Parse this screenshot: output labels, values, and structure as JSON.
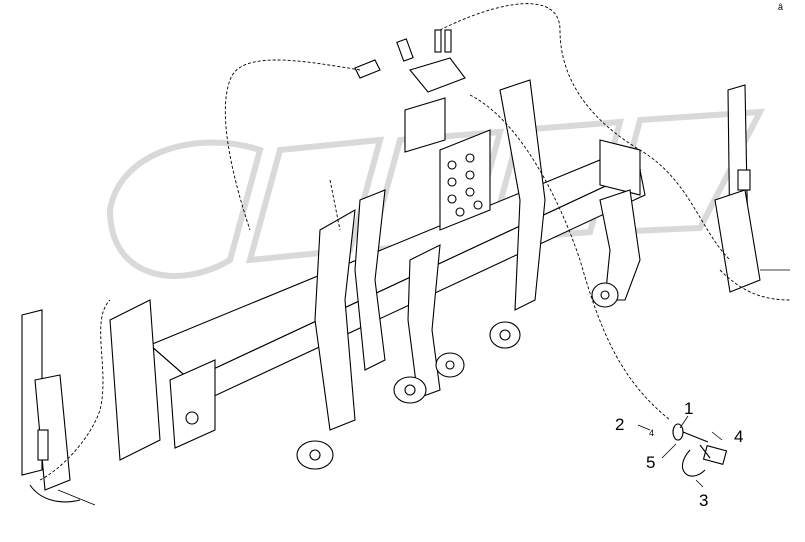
{
  "corner_mark": "â",
  "callouts": {
    "c1": "1",
    "c2": "2",
    "c3": "3",
    "c4": "4",
    "c5": "5",
    "c_small": "4"
  }
}
